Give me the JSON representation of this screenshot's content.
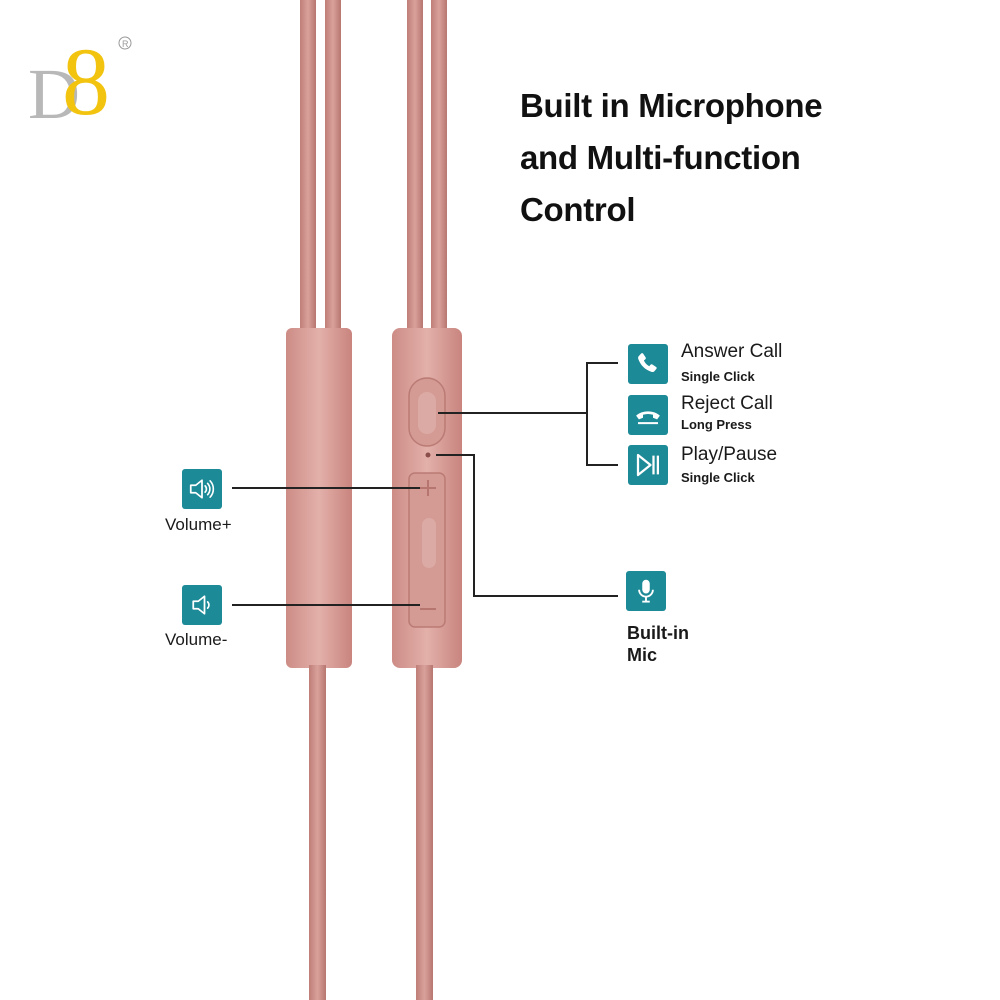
{
  "brand": {
    "logo_letters": "D8",
    "registered_mark": "®"
  },
  "headline": {
    "lines": [
      "Built in Microphone",
      "and Multi-function",
      "Control"
    ]
  },
  "controls": [
    {
      "icon": "phone-answer-icon",
      "label": "Answer Call",
      "action": "Single Click"
    },
    {
      "icon": "phone-hangup-icon",
      "label": "Reject Call",
      "action": "Long Press"
    },
    {
      "icon": "play-pause-icon",
      "label": "Play/Pause",
      "action": "Single Click"
    }
  ],
  "volume": {
    "up_label": "Volume+",
    "down_label": "Volume-",
    "up_icon": "volume-up-icon",
    "down_icon": "volume-down-icon"
  },
  "mic": {
    "icon": "microphone-icon",
    "label_line1": "Built-in",
    "label_line2": "Mic"
  },
  "colors": {
    "accent": "#1d8a97",
    "cable": "#cf8d87",
    "text": "#111111"
  }
}
